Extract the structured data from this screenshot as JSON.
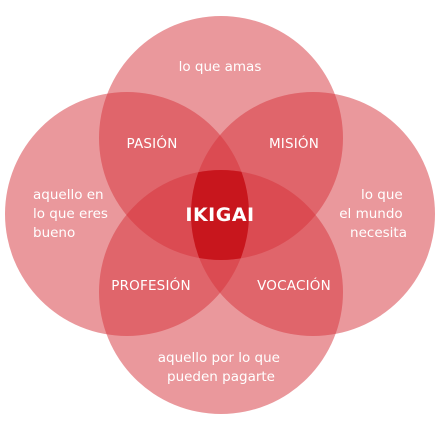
{
  "diagram": {
    "colors": {
      "circle_fill": "#d6323a",
      "circle_opacity": 0.5,
      "center_fill": "#c8161d",
      "text": "#ffffff"
    },
    "circles": {
      "top": {
        "lines": [
          "lo que amas"
        ]
      },
      "left": {
        "lines": [
          "aquello en",
          "lo que eres",
          "bueno"
        ]
      },
      "right": {
        "lines": [
          "lo que",
          "el mundo",
          "necesita"
        ]
      },
      "bottom": {
        "lines": [
          "aquello por lo que",
          "pueden pagarte"
        ]
      }
    },
    "overlaps": {
      "top_left": "PASIÓN",
      "top_right": "MISIÓN",
      "bottom_left": "PROFESIÓN",
      "bottom_right": "VOCACIÓN"
    },
    "center": "IKIGAI"
  }
}
